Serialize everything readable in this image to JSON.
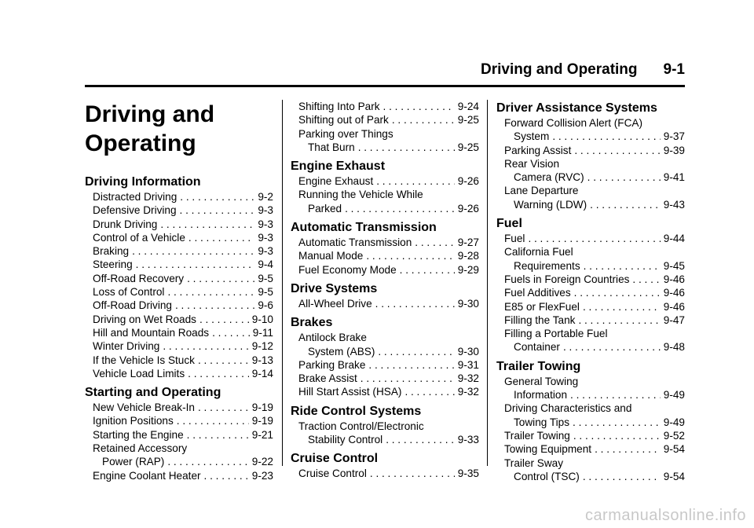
{
  "header": {
    "title": "Driving and Operating",
    "page": "9-1"
  },
  "chapter_title_lines": [
    "Driving and",
    "Operating"
  ],
  "columns": [
    {
      "sections": [
        {
          "title": "Driving Information",
          "entries": [
            {
              "lines": [
                "Distracted Driving"
              ],
              "page": "9-2"
            },
            {
              "lines": [
                "Defensive Driving"
              ],
              "page": "9-3"
            },
            {
              "lines": [
                "Drunk Driving"
              ],
              "page": "9-3"
            },
            {
              "lines": [
                "Control of a Vehicle"
              ],
              "page": "9-3"
            },
            {
              "lines": [
                "Braking"
              ],
              "page": "9-3"
            },
            {
              "lines": [
                "Steering"
              ],
              "page": "9-4"
            },
            {
              "lines": [
                "Off-Road Recovery"
              ],
              "page": "9-5"
            },
            {
              "lines": [
                "Loss of Control"
              ],
              "page": "9-5"
            },
            {
              "lines": [
                "Off-Road Driving"
              ],
              "page": "9-6"
            },
            {
              "lines": [
                "Driving on Wet Roads"
              ],
              "page": "9-10"
            },
            {
              "lines": [
                "Hill and Mountain Roads"
              ],
              "page": "9-11"
            },
            {
              "lines": [
                "Winter Driving"
              ],
              "page": "9-12"
            },
            {
              "lines": [
                "If the Vehicle Is Stuck"
              ],
              "page": "9-13"
            },
            {
              "lines": [
                "Vehicle Load Limits"
              ],
              "page": "9-14"
            }
          ]
        },
        {
          "title": "Starting and Operating",
          "entries": [
            {
              "lines": [
                "New Vehicle Break-In"
              ],
              "page": "9-19"
            },
            {
              "lines": [
                "Ignition Positions"
              ],
              "page": "9-19"
            },
            {
              "lines": [
                "Starting the Engine"
              ],
              "page": "9-21"
            },
            {
              "lines": [
                "Retained Accessory",
                "Power (RAP)"
              ],
              "page": "9-22"
            },
            {
              "lines": [
                "Engine Coolant Heater"
              ],
              "page": "9-23"
            }
          ]
        }
      ]
    },
    {
      "sections": [
        {
          "title": "",
          "entries": [
            {
              "lines": [
                "Shifting Into Park"
              ],
              "page": "9-24"
            },
            {
              "lines": [
                "Shifting out of Park"
              ],
              "page": "9-25"
            },
            {
              "lines": [
                "Parking over Things",
                "That Burn"
              ],
              "page": "9-25"
            }
          ]
        },
        {
          "title": "Engine Exhaust",
          "entries": [
            {
              "lines": [
                "Engine Exhaust"
              ],
              "page": "9-26"
            },
            {
              "lines": [
                "Running the Vehicle While",
                "Parked"
              ],
              "page": "9-26"
            }
          ]
        },
        {
          "title": "Automatic Transmission",
          "entries": [
            {
              "lines": [
                "Automatic Transmission"
              ],
              "page": "9-27"
            },
            {
              "lines": [
                "Manual Mode"
              ],
              "page": "9-28"
            },
            {
              "lines": [
                "Fuel Economy Mode"
              ],
              "page": "9-29"
            }
          ]
        },
        {
          "title": "Drive Systems",
          "entries": [
            {
              "lines": [
                "All-Wheel Drive"
              ],
              "page": "9-30"
            }
          ]
        },
        {
          "title": "Brakes",
          "entries": [
            {
              "lines": [
                "Antilock Brake",
                "System (ABS)"
              ],
              "page": "9-30"
            },
            {
              "lines": [
                "Parking Brake"
              ],
              "page": "9-31"
            },
            {
              "lines": [
                "Brake Assist"
              ],
              "page": "9-32"
            },
            {
              "lines": [
                "Hill Start Assist (HSA)"
              ],
              "page": "9-32"
            }
          ]
        },
        {
          "title": "Ride Control Systems",
          "entries": [
            {
              "lines": [
                "Traction Control/Electronic",
                "Stability Control"
              ],
              "page": "9-33"
            }
          ]
        },
        {
          "title": "Cruise Control",
          "entries": [
            {
              "lines": [
                "Cruise Control"
              ],
              "page": "9-35"
            }
          ]
        }
      ]
    },
    {
      "sections": [
        {
          "title": "Driver Assistance Systems",
          "entries": [
            {
              "lines": [
                "Forward Collision Alert (FCA)",
                "System"
              ],
              "page": "9-37"
            },
            {
              "lines": [
                "Parking Assist"
              ],
              "page": "9-39"
            },
            {
              "lines": [
                "Rear Vision",
                "Camera (RVC)"
              ],
              "page": "9-41"
            },
            {
              "lines": [
                "Lane Departure",
                "Warning (LDW)"
              ],
              "page": "9-43"
            }
          ]
        },
        {
          "title": "Fuel",
          "entries": [
            {
              "lines": [
                "Fuel"
              ],
              "page": "9-44"
            },
            {
              "lines": [
                "California Fuel",
                "Requirements"
              ],
              "page": "9-45"
            },
            {
              "lines": [
                "Fuels in Foreign Countries"
              ],
              "page": "9-46"
            },
            {
              "lines": [
                "Fuel Additives"
              ],
              "page": "9-46"
            },
            {
              "lines": [
                "E85 or FlexFuel"
              ],
              "page": "9-46"
            },
            {
              "lines": [
                "Filling the Tank"
              ],
              "page": "9-47"
            },
            {
              "lines": [
                "Filling a Portable Fuel",
                "Container"
              ],
              "page": "9-48"
            }
          ]
        },
        {
          "title": "Trailer Towing",
          "entries": [
            {
              "lines": [
                "General Towing",
                "Information"
              ],
              "page": "9-49"
            },
            {
              "lines": [
                "Driving Characteristics and",
                "Towing Tips"
              ],
              "page": "9-49"
            },
            {
              "lines": [
                "Trailer Towing"
              ],
              "page": "9-52"
            },
            {
              "lines": [
                "Towing Equipment"
              ],
              "page": "9-54"
            },
            {
              "lines": [
                "Trailer Sway",
                "Control (TSC)"
              ],
              "page": "9-54"
            }
          ]
        }
      ]
    }
  ],
  "watermark": "carmanualsonline.info"
}
